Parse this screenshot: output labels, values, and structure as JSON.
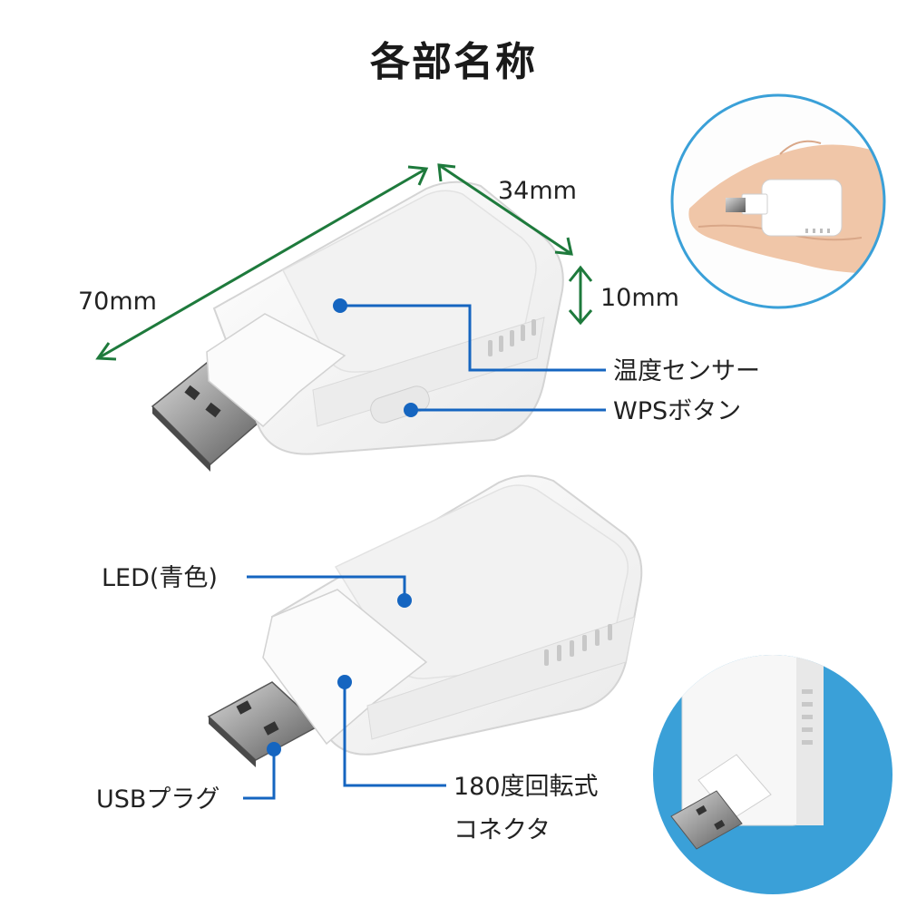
{
  "title": "各部名称",
  "dimensions": {
    "length": "70mm",
    "width": "34mm",
    "height": "10mm"
  },
  "labels": {
    "temp_sensor": "温度センサー",
    "wps_button": "WPSボタン",
    "led": "LED(青色)",
    "usb_plug": "USBプラグ",
    "rotating_connector_line1": "180度回転式",
    "rotating_connector_line2": "コネクタ"
  },
  "colors": {
    "callout": "#1565c0",
    "dimension": "#1e7a3c",
    "inset_ring": "#3aa0d8",
    "inset_fill_bottom": "#3aa0d8"
  }
}
